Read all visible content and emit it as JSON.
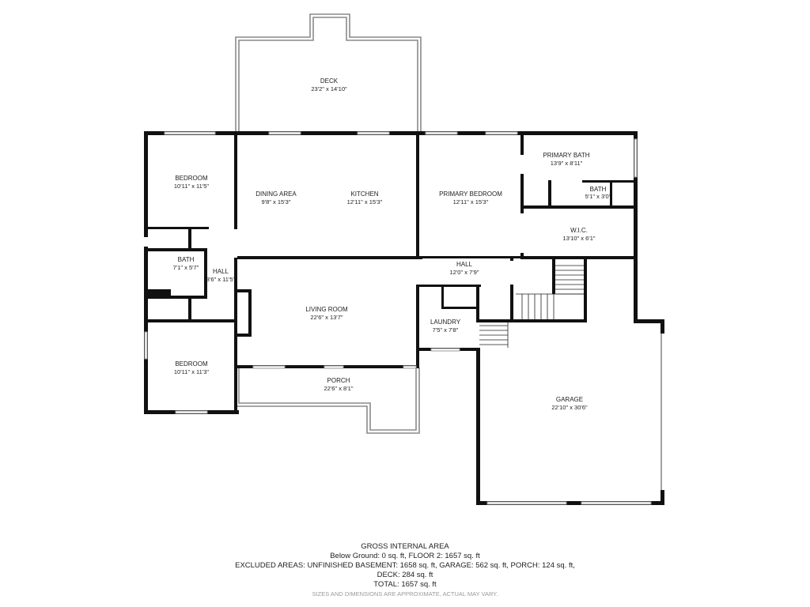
{
  "rooms": {
    "deck": {
      "name": "DECK",
      "dims": "23'2\" x 14'10\""
    },
    "bedroom_top": {
      "name": "BEDROOM",
      "dims": "10'11\" x 11'5\""
    },
    "dining": {
      "name": "DINING AREA",
      "dims": "9'8\" x 15'3\""
    },
    "kitchen": {
      "name": "KITCHEN",
      "dims": "12'11\" x 15'3\""
    },
    "primary_bedroom": {
      "name": "PRIMARY BEDROOM",
      "dims": "12'11\" x 15'3\""
    },
    "primary_bath": {
      "name": "PRIMARY BATH",
      "dims": "13'9\" x 8'11\""
    },
    "bath_small": {
      "name": "BATH",
      "dims": "5'1\" x 3'0\""
    },
    "wic": {
      "name": "W.I.C.",
      "dims": "13'10\" x 6'1\""
    },
    "bath_left": {
      "name": "BATH",
      "dims": "7'1\" x 5'7\""
    },
    "hall_left": {
      "name": "HALL",
      "dims": "3'6\" x 11'5\""
    },
    "hall_center": {
      "name": "HALL",
      "dims": "12'0\" x 7'9\""
    },
    "living": {
      "name": "LIVING ROOM",
      "dims": "22'6\" x 13'7\""
    },
    "laundry": {
      "name": "LAUNDRY",
      "dims": "7'5\" x 7'8\""
    },
    "bedroom_bottom": {
      "name": "BEDROOM",
      "dims": "10'11\" x 11'3\""
    },
    "porch": {
      "name": "PORCH",
      "dims": "22'6\" x 8'1\""
    },
    "garage": {
      "name": "GARAGE",
      "dims": "22'10\" x 30'6\""
    }
  },
  "summary": {
    "title": "GROSS INTERNAL AREA",
    "line1": "Below Ground: 0 sq. ft, FLOOR 2: 1657 sq. ft",
    "line2": "EXCLUDED AREAS: UNFINISHED BASEMENT: 1658 sq. ft, GARAGE: 562 sq. ft, PORCH: 124 sq. ft,",
    "line3": "DECK: 284 sq. ft",
    "line4": "TOTAL: 1657 sq. ft",
    "disclaimer": "SIZES AND DIMENSIONS ARE APPROXIMATE, ACTUAL MAY VARY."
  }
}
